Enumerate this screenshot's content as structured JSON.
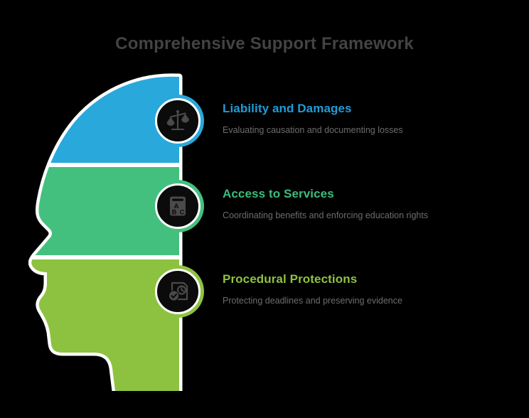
{
  "page": {
    "title": "Comprehensive Support Framework",
    "background_color": "#000000",
    "title_color": "#434343"
  },
  "graphic": {
    "name": "head-silhouette",
    "orientation": "profile-facing-left",
    "bands": [
      {
        "name": "upper-band",
        "color": "#29a8dc"
      },
      {
        "name": "middle-band",
        "color": "#44c07e"
      },
      {
        "name": "lower-band",
        "color": "#8dc241"
      }
    ],
    "outline_color": "#ffffff"
  },
  "items": [
    {
      "heading": "Liability and Damages",
      "subtitle": "Evaluating causation and documenting losses",
      "accent_color": "#219bd6",
      "ring_color": "#29a8dc",
      "icon": "balance-scale-icon"
    },
    {
      "heading": "Access to Services",
      "subtitle": "Coordinating benefits and enforcing education rights",
      "accent_color": "#3cbd7b",
      "ring_color": "#44c07e",
      "icon": "abc-book-icon"
    },
    {
      "heading": "Procedural Protections",
      "subtitle": "Protecting deadlines and preserving evidence",
      "accent_color": "#8dc241",
      "ring_color": "#8dc241",
      "icon": "document-clock-check-icon"
    }
  ]
}
